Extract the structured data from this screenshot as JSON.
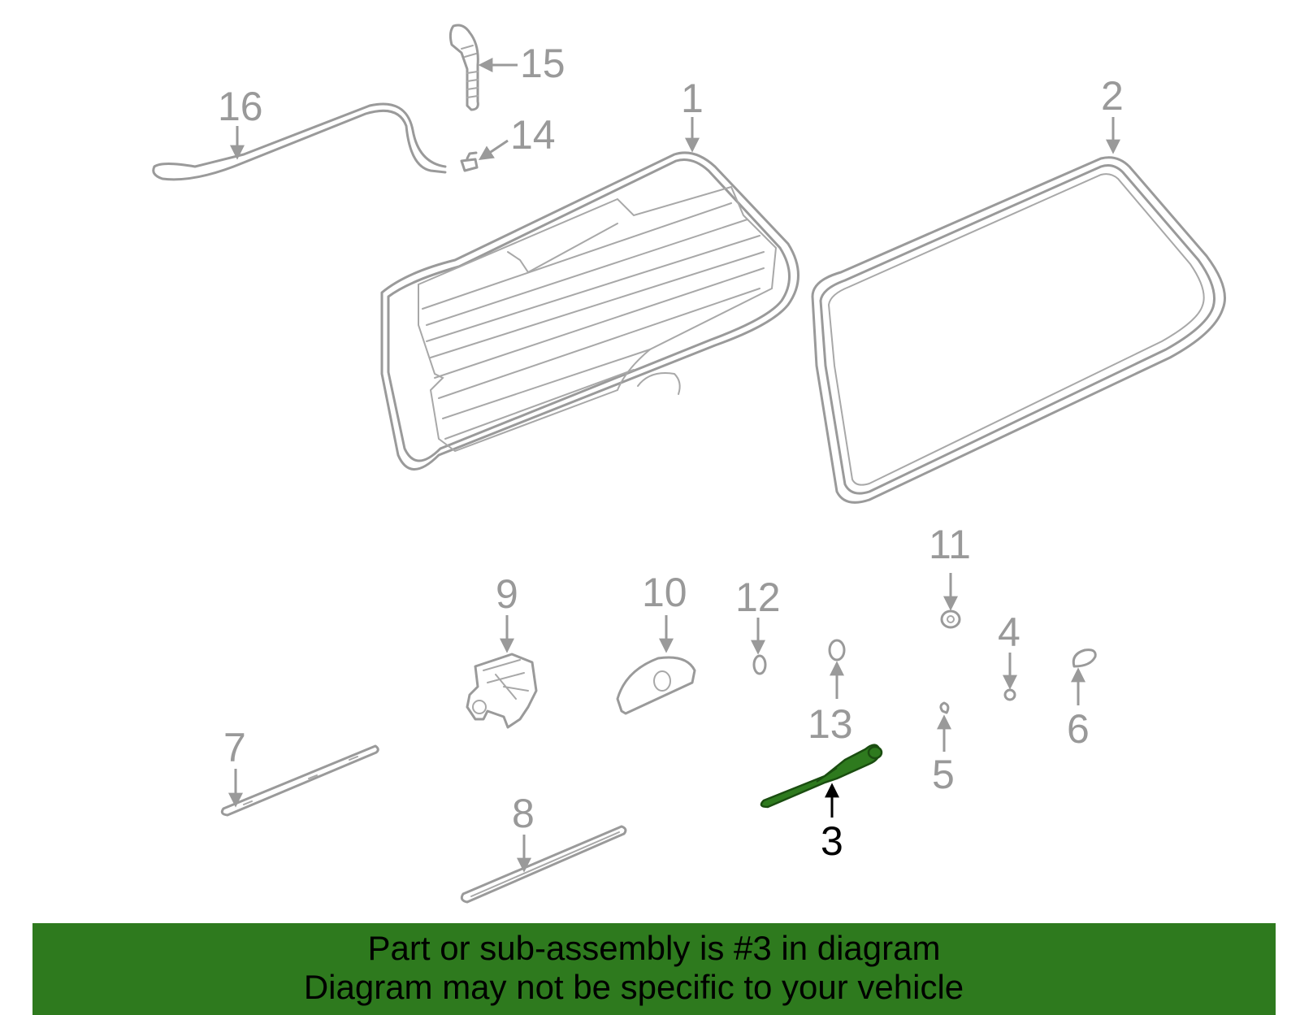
{
  "diagram": {
    "callouts": {
      "p1": "1",
      "p2": "2",
      "p3": "3",
      "p4": "4",
      "p5": "5",
      "p6": "6",
      "p7": "7",
      "p8": "8",
      "p9": "9",
      "p10": "10",
      "p11": "11",
      "p12": "12",
      "p13": "13",
      "p14": "14",
      "p15": "15",
      "p16": "16"
    },
    "highlighted_part": "3",
    "highlight_color": "#2e7a1e",
    "part_color": "#9a9a9a"
  },
  "banner": {
    "line1": "Part or sub-assembly is #3 in diagram",
    "line2": "Diagram may not be specific to your vehicle",
    "background": "#2e7a1e"
  }
}
